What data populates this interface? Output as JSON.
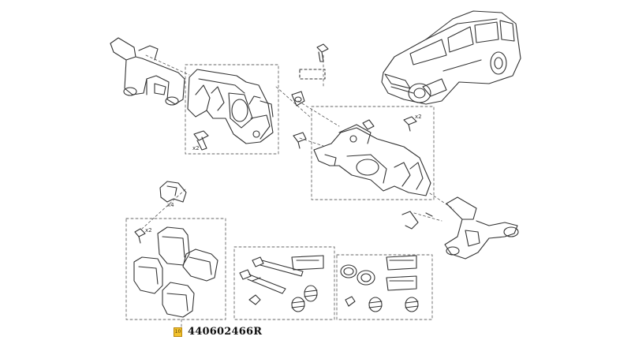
{
  "diagram": {
    "part_number": "440602466R",
    "badge_label": "10",
    "qty_labels": {
      "left_caliper_bolt": "x2",
      "right_caliper_bolt": "x2",
      "clip_set": "x4",
      "pad_pin_bolt": "x2"
    },
    "colors": {
      "line": "#333333",
      "dash": "#666666",
      "badge": "#f2c22e"
    }
  }
}
